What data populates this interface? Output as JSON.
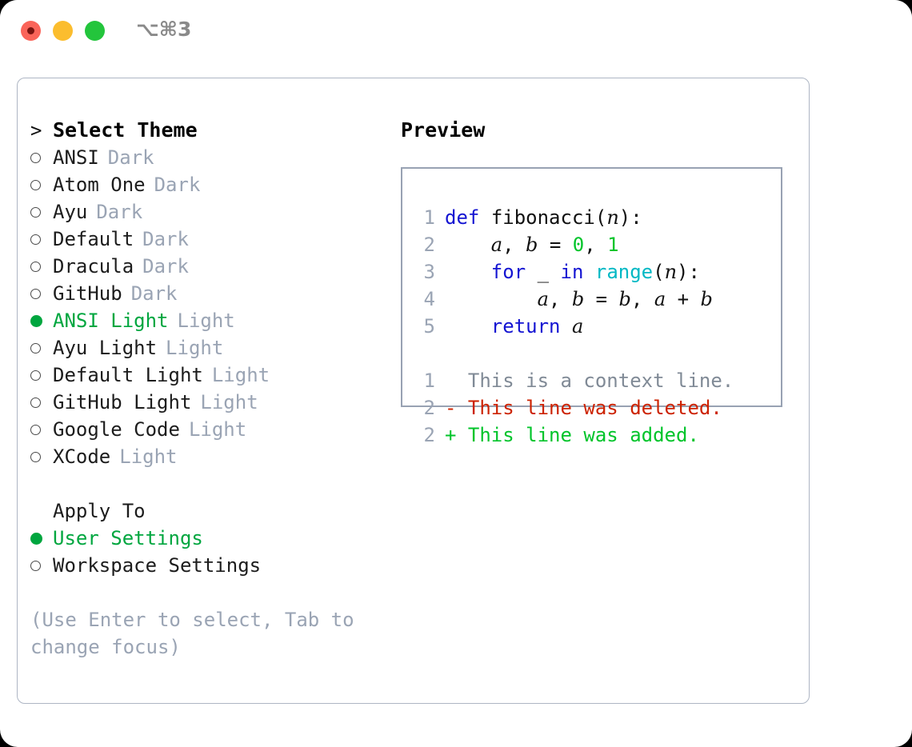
{
  "window": {
    "shortcut": "⌥⌘3",
    "traffic_lights": [
      "close",
      "minimize",
      "maximize"
    ],
    "accent_green": "#00a63f",
    "muted_gray": "#9aa4b4",
    "border_gray": "#aeb6c4"
  },
  "theme_panel": {
    "prefix_marker": ">",
    "title": "Select Theme",
    "radio_off": "○",
    "radio_on": "●",
    "items": [
      {
        "name": "ANSI",
        "kind": "Dark",
        "selected": false
      },
      {
        "name": "Atom One",
        "kind": "Dark",
        "selected": false
      },
      {
        "name": "Ayu",
        "kind": "Dark",
        "selected": false
      },
      {
        "name": "Default",
        "kind": "Dark",
        "selected": false
      },
      {
        "name": "Dracula",
        "kind": "Dark",
        "selected": false
      },
      {
        "name": "GitHub",
        "kind": "Dark",
        "selected": false
      },
      {
        "name": "ANSI Light",
        "kind": "Light",
        "selected": true
      },
      {
        "name": "Ayu Light",
        "kind": "Light",
        "selected": false
      },
      {
        "name": "Default Light",
        "kind": "Light",
        "selected": false
      },
      {
        "name": "GitHub Light",
        "kind": "Light",
        "selected": false
      },
      {
        "name": "Google Code",
        "kind": "Light",
        "selected": false
      },
      {
        "name": "XCode",
        "kind": "Light",
        "selected": false
      }
    ]
  },
  "apply_to": {
    "header": "Apply To",
    "options": [
      {
        "label": "User Settings",
        "selected": true
      },
      {
        "label": "Workspace Settings",
        "selected": false
      }
    ]
  },
  "hint": "(Use Enter to select, Tab to change focus)",
  "preview": {
    "title": "Preview",
    "code_lines": [
      {
        "number": "1",
        "tokens": [
          {
            "t": "def",
            "c": "kw"
          },
          {
            "t": " ",
            "c": "pl"
          },
          {
            "t": "fibonacci",
            "c": "pl"
          },
          {
            "t": "(",
            "c": "pl"
          },
          {
            "t": "n",
            "c": "var"
          },
          {
            "t": "):",
            "c": "pl"
          }
        ]
      },
      {
        "number": "2",
        "tokens": [
          {
            "t": "    ",
            "c": "pl"
          },
          {
            "t": "a",
            "c": "var"
          },
          {
            "t": ", ",
            "c": "pl"
          },
          {
            "t": "b",
            "c": "var"
          },
          {
            "t": " = ",
            "c": "pl"
          },
          {
            "t": "0",
            "c": "num"
          },
          {
            "t": ", ",
            "c": "pl"
          },
          {
            "t": "1",
            "c": "num"
          }
        ]
      },
      {
        "number": "3",
        "tokens": [
          {
            "t": "    ",
            "c": "pl"
          },
          {
            "t": "for",
            "c": "kw"
          },
          {
            "t": " _ ",
            "c": "pl"
          },
          {
            "t": "in",
            "c": "kw"
          },
          {
            "t": " ",
            "c": "pl"
          },
          {
            "t": "range",
            "c": "fn"
          },
          {
            "t": "(",
            "c": "pl"
          },
          {
            "t": "n",
            "c": "var"
          },
          {
            "t": "):",
            "c": "pl"
          }
        ]
      },
      {
        "number": "4",
        "tokens": [
          {
            "t": "        ",
            "c": "pl"
          },
          {
            "t": "a",
            "c": "var"
          },
          {
            "t": ", ",
            "c": "pl"
          },
          {
            "t": "b",
            "c": "var"
          },
          {
            "t": " = ",
            "c": "pl"
          },
          {
            "t": "b",
            "c": "var"
          },
          {
            "t": ", ",
            "c": "pl"
          },
          {
            "t": "a",
            "c": "var"
          },
          {
            "t": " + ",
            "c": "pl"
          },
          {
            "t": "b",
            "c": "var"
          }
        ]
      },
      {
        "number": "5",
        "tokens": [
          {
            "t": "    ",
            "c": "pl"
          },
          {
            "t": "return",
            "c": "kw"
          },
          {
            "t": " ",
            "c": "pl"
          },
          {
            "t": "a",
            "c": "var"
          }
        ]
      }
    ],
    "diff_lines": [
      {
        "number": "1",
        "sign": " ",
        "text": "This is a context line.",
        "kind": "d-ctx"
      },
      {
        "number": "2",
        "sign": "-",
        "text": "This line was deleted.",
        "kind": "d-del"
      },
      {
        "number": "2",
        "sign": "+",
        "text": "This line was added.",
        "kind": "d-add"
      }
    ]
  }
}
